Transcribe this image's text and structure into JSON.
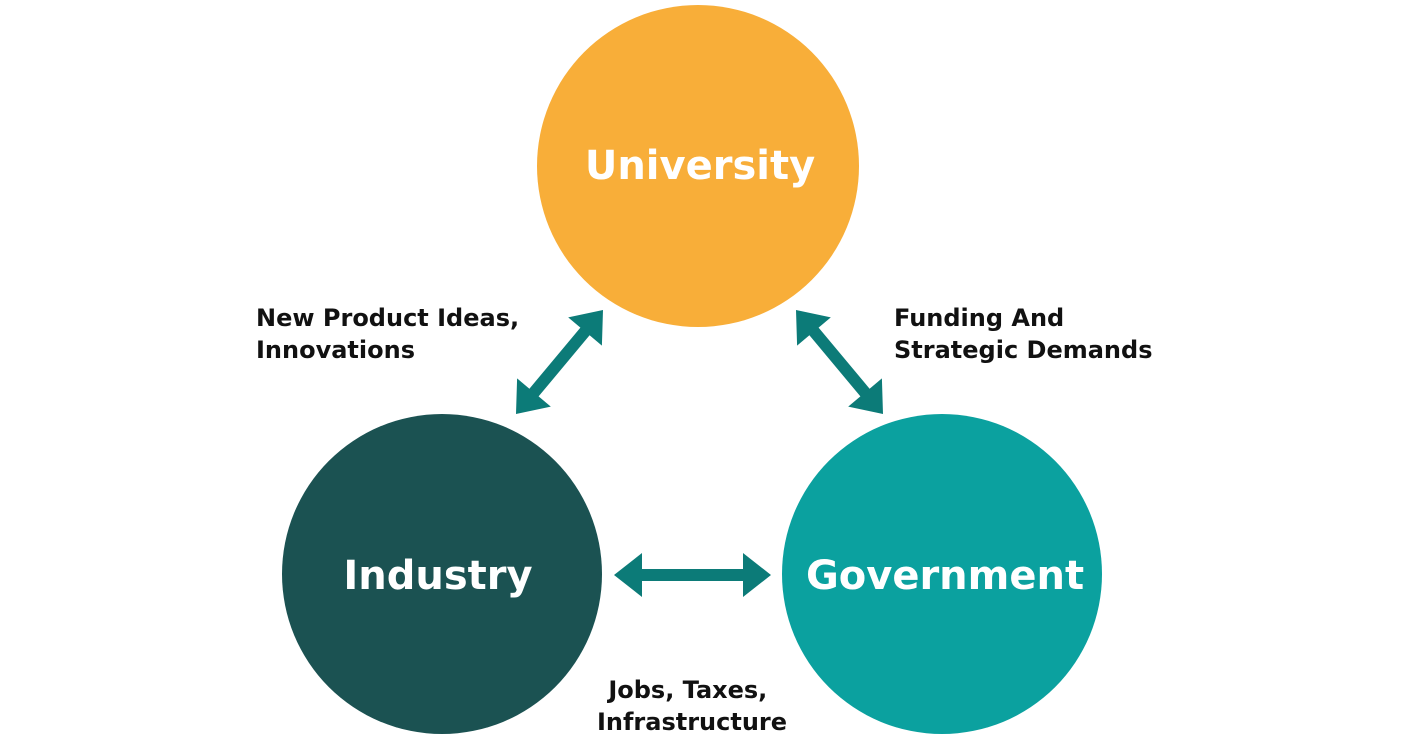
{
  "nodes": {
    "university": {
      "label": "University",
      "color": "#F8AE39"
    },
    "industry": {
      "label": "Industry",
      "color": "#1B5252"
    },
    "government": {
      "label": "Government",
      "color": "#0BA19F"
    }
  },
  "edges": {
    "industry_university": {
      "line1": "New Product Ideas,",
      "line2": "Innovations"
    },
    "university_government": {
      "line1": "Funding And",
      "line2": "Strategic Demands"
    },
    "industry_government": {
      "line1": "Jobs, Taxes,",
      "line2": "Infrastructure"
    }
  },
  "arrow_color": "#0C7B78"
}
